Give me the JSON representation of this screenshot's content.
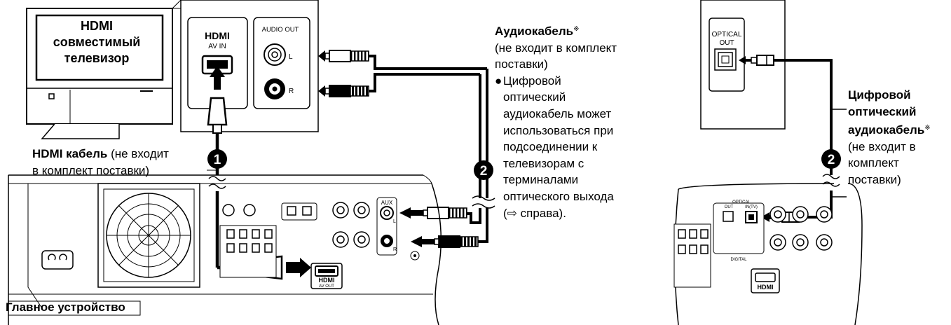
{
  "tv": {
    "line1": "HDMI",
    "line2": "совместимый",
    "line3": "телевизор",
    "hdmi_logo": "HDMI",
    "av_in_label": "AV IN",
    "audio_out_label": "AUDIO OUT",
    "left_label": "L",
    "right_label": "R"
  },
  "hdmi_cable": {
    "title": "HDMI кабель",
    "note_part1": " (не входит",
    "note_part2": "в комплект поставки)"
  },
  "audio_cable": {
    "title": "Аудиокабель",
    "asterisk": "※",
    "lines": [
      "(не входит в комплект",
      "поставки)"
    ],
    "bullet": "●",
    "bullet_lines": [
      "Цифровой",
      "оптический",
      "аудиокабель может",
      "использоваться при",
      "подсоединении к",
      "телевизорам с",
      "терминалами",
      "оптического выхода",
      "(⇨ справа)."
    ]
  },
  "optical_device": {
    "optical_label_line1": "OPTICAL",
    "optical_label_line2": "OUT"
  },
  "optical_cable": {
    "title_lines": [
      "Цифровой",
      "оптический",
      "аудиокабель"
    ],
    "asterisk": "※",
    "note_lines": [
      "(не входит в",
      "комплект",
      "поставки)"
    ]
  },
  "main_unit": {
    "label": "Главное устройство",
    "aux_label": "AUX",
    "hdmi_logo": "HDMI",
    "av_out_label": "AV OUT",
    "left_label": "L",
    "right_label": "R"
  },
  "right_unit": {
    "optical_label": "OPTICAL",
    "out_label": "OUT",
    "in_tv_label": "IN(TV)",
    "digital_label": "DIGITAL",
    "hdmi_logo": "HDMI"
  },
  "step_markers": {
    "one": "1",
    "two": "2"
  }
}
